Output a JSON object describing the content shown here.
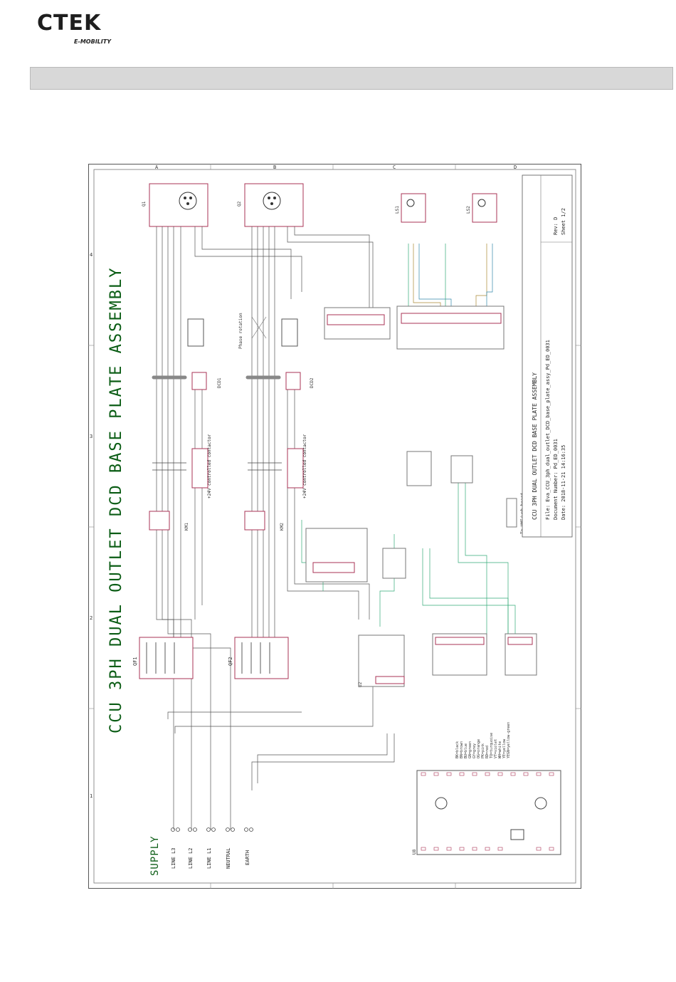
{
  "header": {
    "brand": "CTEK",
    "brand_sub": "E-MOBILITY"
  },
  "schematic": {
    "title": "CCU 3PH DUAL OUTLET DCD BASE PLATE ASSEMBLY",
    "supply_label": "SUPPLY",
    "supply_lines": [
      "LINE L3",
      "LINE L2",
      "LINE L1",
      "NEUTRAL",
      "EARTH"
    ],
    "zone_letters": [
      "A",
      "B",
      "C",
      "D"
    ],
    "zone_numbers": [
      "4",
      "3",
      "2",
      "1"
    ],
    "title_block": {
      "line1": "CCU 3PH DUAL OUTLET DCD BASE PLATE ASSEMBLY",
      "line2": "File: Eva_CCU_3ph_dual_outlet_DCD_base_plate_assy_Pd_ED_0031",
      "line3": "Document Number: Pd_ED_0031",
      "line4": "Date: 2018-11-21 14:16:35",
      "rev": "Rev: D",
      "sheet": "Sheet 1/2"
    },
    "annotations": {
      "contactor1": "+24V controlled contactor",
      "contactor2": "+24V controlled contactor",
      "phase_rotation": "Phase rotation",
      "to_hmi": "To HMI/web board",
      "dcd1": "DCD1",
      "dcd2": "DCD2",
      "q1": "Q1",
      "q2": "Q2",
      "qf1": "QF1",
      "qf2": "QF2",
      "km1": "KM1",
      "km2": "KM2",
      "u2": "U2",
      "u8": "U8",
      "ls1": "LS1",
      "ls2": "LS2"
    },
    "color_legend": [
      "BK=black",
      "BN=brown",
      "BU=blue",
      "GN=green",
      "GY=grey",
      "OG=orange",
      "PK=pink",
      "RD=red",
      "TQ=turquoise",
      "VT=violet",
      "WH=white",
      "YE=yellow",
      "YEGN=yellow-green"
    ]
  }
}
